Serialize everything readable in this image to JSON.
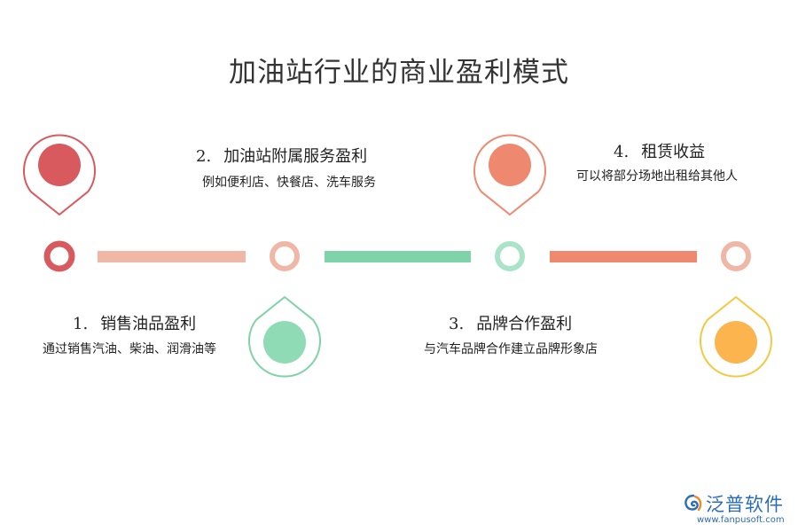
{
  "title": "加油站行业的商业盈利模式",
  "items": [
    {
      "num": "1.",
      "title": "销售油品盈利",
      "desc": "通过销售汽油、柴油、润滑油等",
      "color": "#d85a5e"
    },
    {
      "num": "2.",
      "title": "加油站附属服务盈利",
      "desc": "例如便利店、快餐店、洗车服务",
      "color": "#f0b6a6"
    },
    {
      "num": "3.",
      "title": "品牌合作盈利",
      "desc": "与汽车品牌合作建立品牌形象店",
      "color": "#7fd3a9"
    },
    {
      "num": "4.",
      "title": "租赁收益",
      "desc": "可以将部分场地出租给其他人",
      "color": "#ee8970"
    }
  ],
  "colors": {
    "red": "#d85a5e",
    "peach": "#f0b6a6",
    "green": "#7fd3a9",
    "salmon": "#ee8970",
    "yellow": "#fbb44e",
    "yellow_ring": "#f5c842"
  },
  "logo": {
    "name": "泛普软件",
    "url": "www.fanpusoft.com"
  }
}
